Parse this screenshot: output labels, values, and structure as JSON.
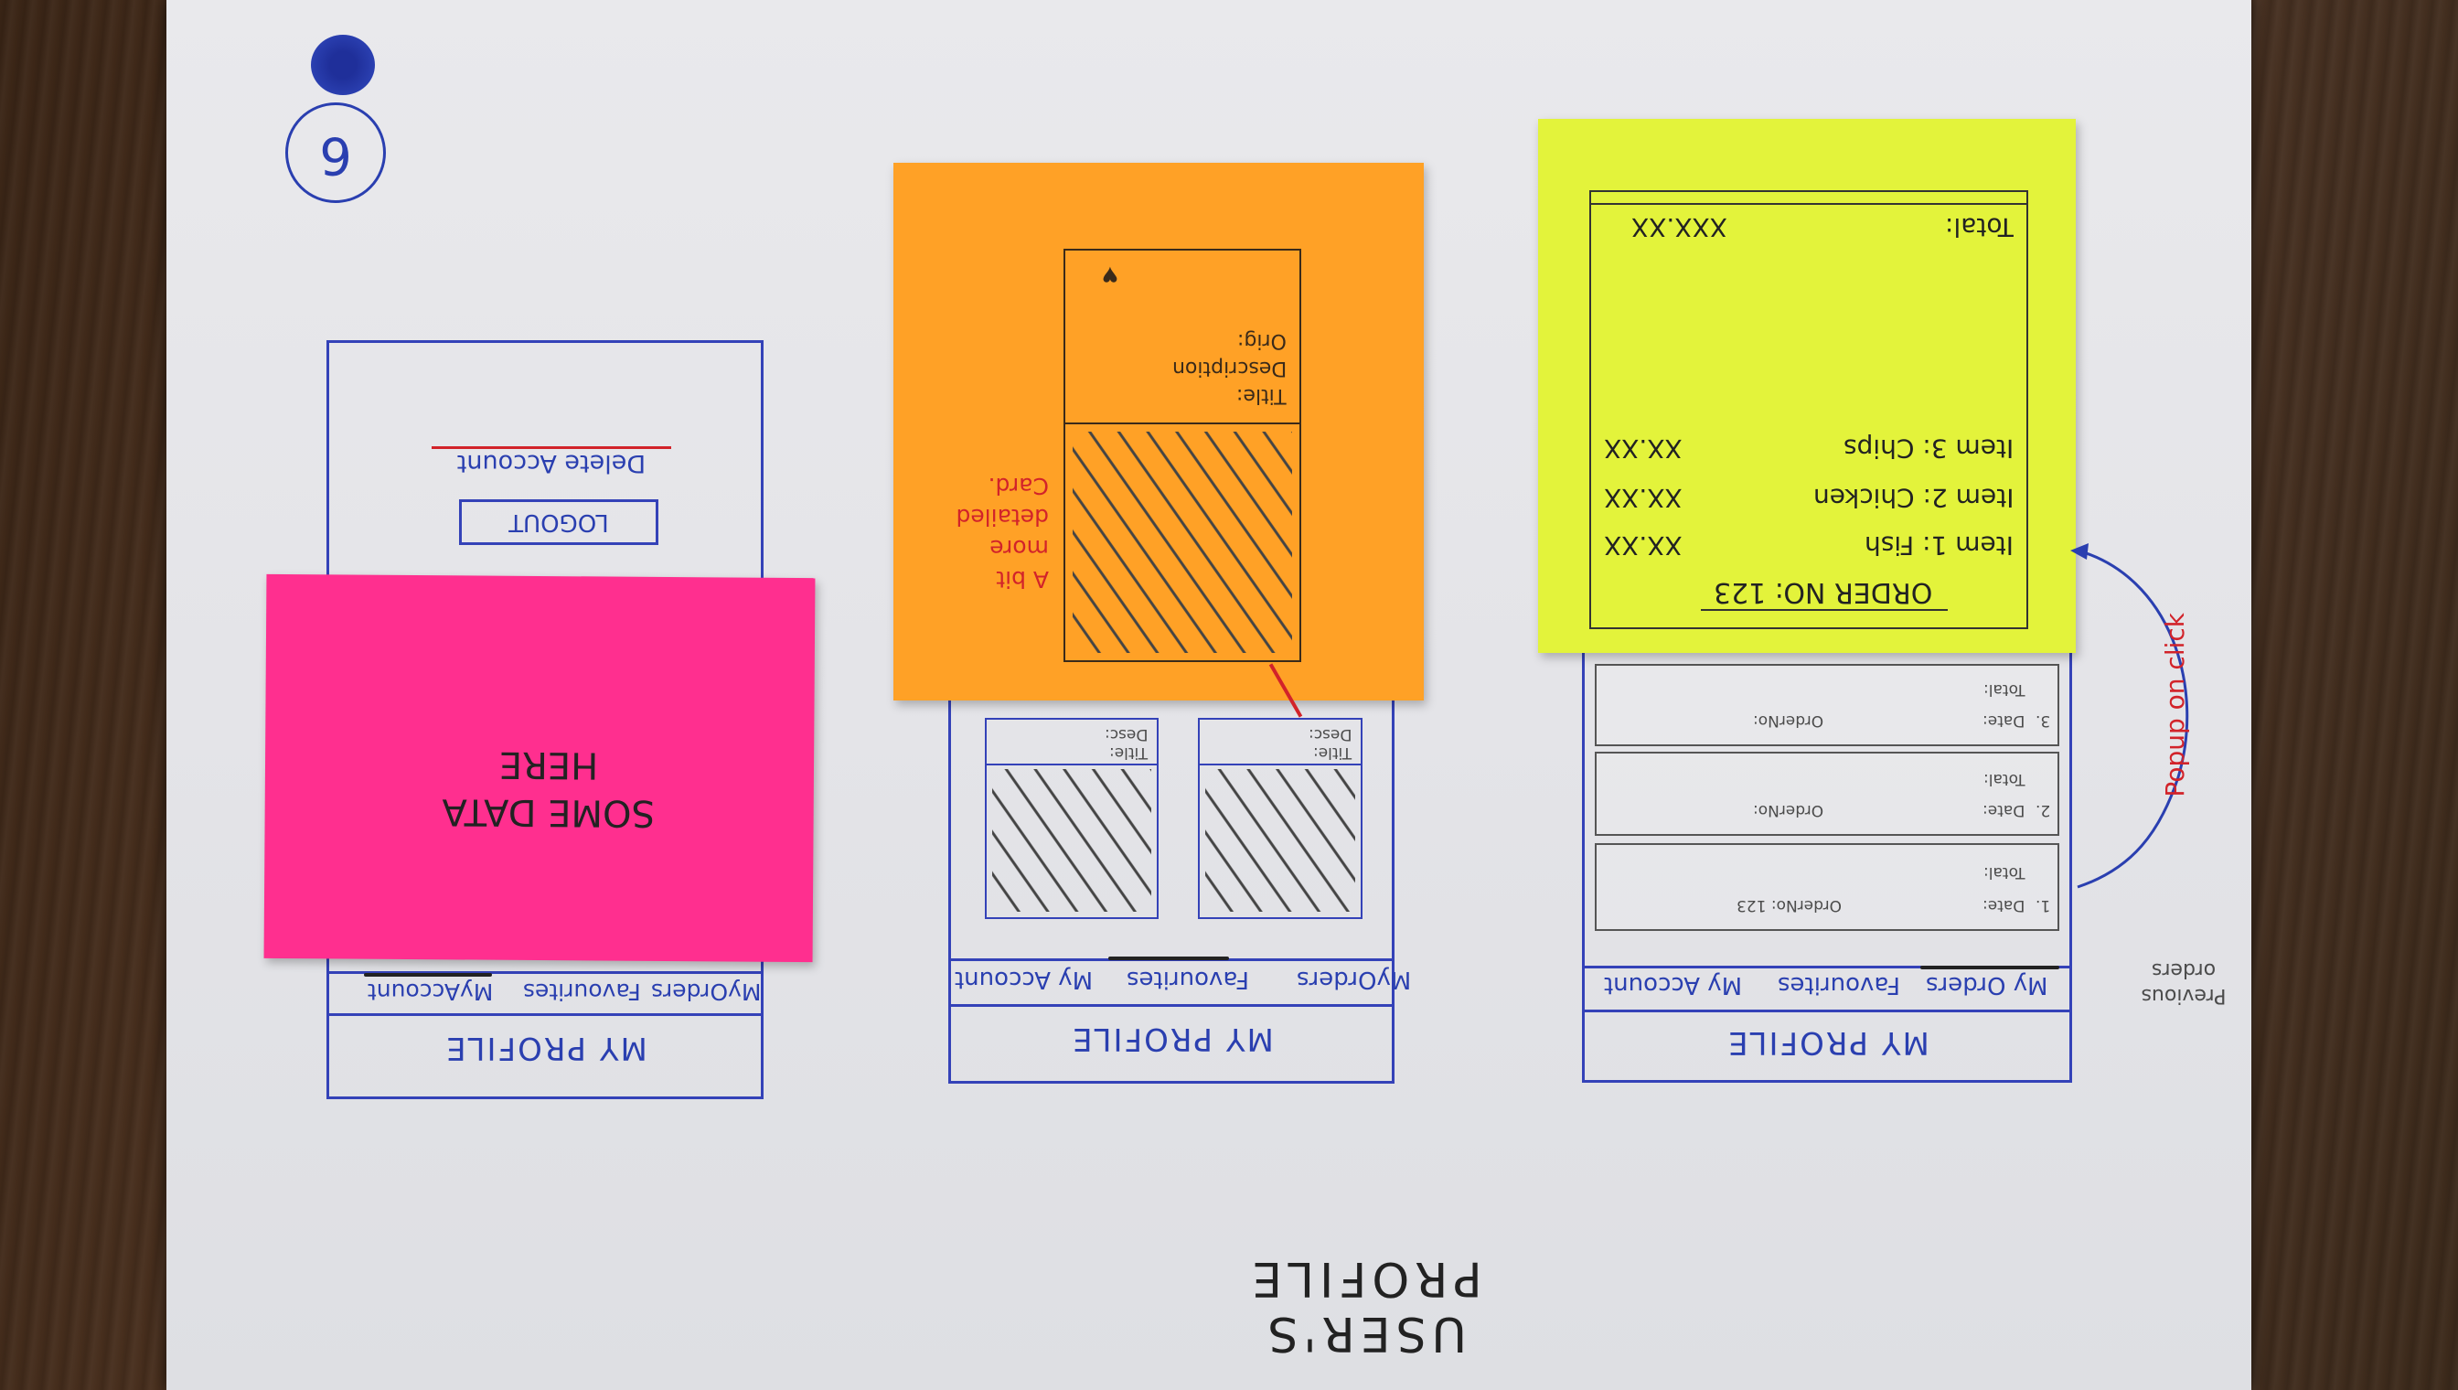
{
  "sheet": {
    "page_number": "6",
    "title": "USER'S PROFILE"
  },
  "screens": [
    {
      "header": "MY PROFILE",
      "tabs": [
        "MyOrders",
        "Favourites",
        "MyAccount"
      ],
      "active_tab": "MyAccount",
      "buttons": {
        "logout": "LOGOUT",
        "delete": "Delete Account"
      },
      "sticky_note": "SOME DATA HERE"
    },
    {
      "header": "MY PROFILE",
      "tabs": [
        "MyOrders",
        "Favourites",
        "My Account"
      ],
      "active_tab": "Favourites",
      "cards": [
        {
          "title": "Title:",
          "desc": "Desc:"
        },
        {
          "title": "Title:",
          "desc": "Desc:"
        }
      ],
      "detail": {
        "title": "Title:",
        "description": "Description",
        "origin": "Orig:"
      },
      "annotation": "A bit more detailed Card."
    },
    {
      "header": "MY PROFILE",
      "tabs": [
        "My Orders",
        "Favourites",
        "My Account"
      ],
      "active_tab": "My Orders",
      "side_note": "Previous orders",
      "orders": [
        {
          "num": "1.",
          "date": "Date:",
          "order": "OrderNo: 123",
          "total": "Total:"
        },
        {
          "num": "2.",
          "date": "Date:",
          "order": "OrderNo:",
          "total": "Total:"
        },
        {
          "num": "3.",
          "date": "Date:",
          "order": "OrderNo:",
          "total": "Total:"
        }
      ],
      "popup_note": "Popup on click",
      "receipt": {
        "title": "ORDER NO: 123",
        "items": [
          {
            "label": "Item 1: Fish",
            "price": "XX.XX"
          },
          {
            "label": "Item 2: Chicken",
            "price": "XX.XX"
          },
          {
            "label": "Item 3: Chips",
            "price": "XX.XX"
          }
        ],
        "total_label": "Total:",
        "total_value": "XXX.XX"
      }
    }
  ],
  "colors": {
    "ink": "#3442b8",
    "red": "#d2232a",
    "pink": "#ff2f8f",
    "orange": "#ffa126",
    "yellow": "#e3f33b",
    "paper": "#e6e6ea"
  }
}
